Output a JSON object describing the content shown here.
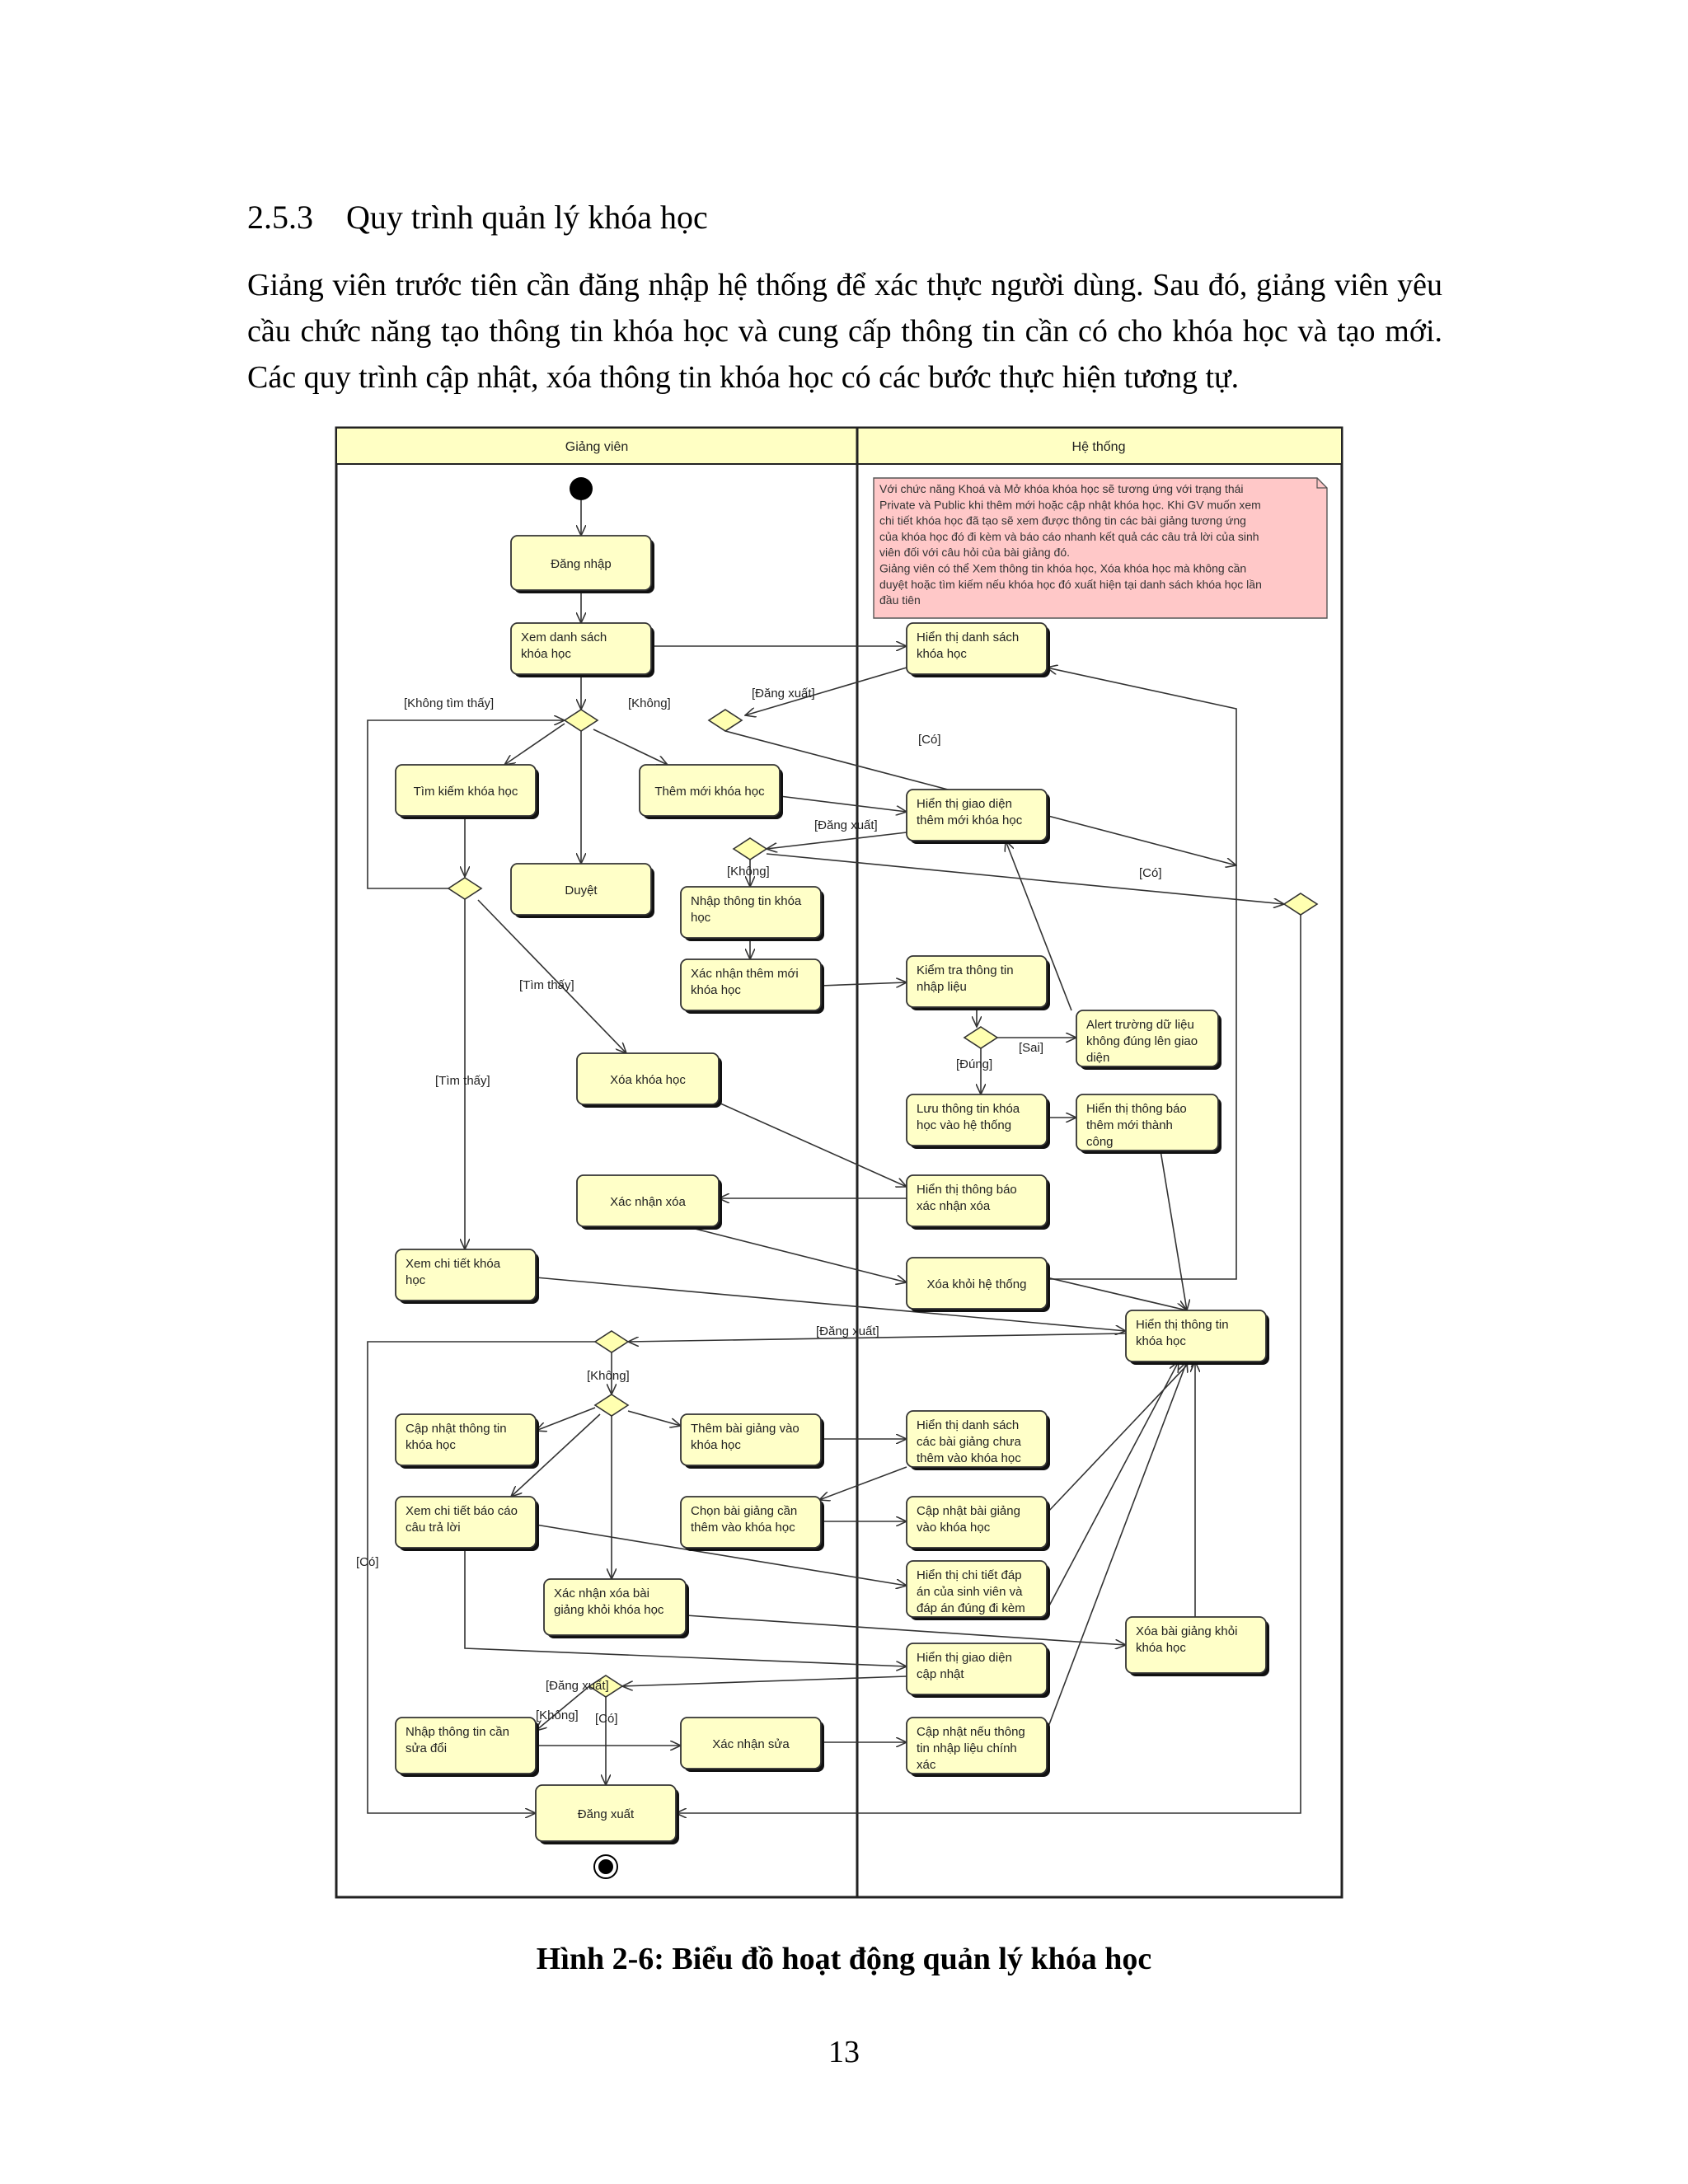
{
  "section": {
    "number": "2.5.3",
    "title": "Quy trình quản lý khóa học"
  },
  "paragraph": [
    "Giảng viên trước tiên cần đăng nhập hệ thống để xác thực người dùng. Sau đó, giảng viên yêu cầu chức năng tạo thông tin khóa học và cung cấp thông tin cần có cho khóa học và tạo mới. Các quy trình cập nhật, xóa thông tin khóa học có các bước thực hiện tương tự."
  ],
  "diagram": {
    "lanes": [
      "Giảng viên",
      "Hệ thống"
    ],
    "note": [
      "Với chức năng Khoá và Mở khóa khóa học sẽ tương ứng với trạng thái",
      "Private và Public khi thêm mới hoặc cập nhật khóa học. Khi GV muốn xem",
      "chi tiết khóa học đã tạo sẽ xem được thông tin các bài giảng tương ứng",
      "của khóa học đó đi kèm và báo cáo nhanh kết quả các câu trả lời của sinh",
      "viên đối với câu hỏi của bài giảng đó.",
      "Giảng viên có thể Xem  thông tin khóa học, Xóa khóa học mà không cần",
      "duyệt hoặc tìm kiếm nếu khóa học đó xuất hiện tại danh sách khóa học lần",
      "đầu tiên"
    ],
    "actions": [
      {
        "id": "dang-nhap",
        "lines": [
          "Đăng nhập"
        ]
      },
      {
        "id": "xem-ds",
        "lines": [
          "Xem danh sách",
          "khóa học"
        ]
      },
      {
        "id": "hien-ds",
        "lines": [
          "Hiển thị danh sách",
          "khóa học"
        ]
      },
      {
        "id": "tim-kiem",
        "lines": [
          "Tìm kiếm khóa học"
        ]
      },
      {
        "id": "them-moi",
        "lines": [
          "Thêm mới khóa học"
        ]
      },
      {
        "id": "hien-them",
        "lines": [
          "Hiển thị giao diện",
          "thêm mới khóa học"
        ]
      },
      {
        "id": "duyet",
        "lines": [
          "Duyệt"
        ]
      },
      {
        "id": "nhap-tt",
        "lines": [
          "Nhập thông tin khóa",
          "học"
        ]
      },
      {
        "id": "xn-them",
        "lines": [
          "Xác nhận thêm mới",
          "khóa học"
        ]
      },
      {
        "id": "kiem-tra",
        "lines": [
          "Kiểm tra thông tin",
          "nhập liệu"
        ]
      },
      {
        "id": "alert",
        "lines": [
          "Alert trường dữ liệu",
          "không đúng lên giao",
          "diện"
        ]
      },
      {
        "id": "xoa-kh",
        "lines": [
          "Xóa khóa học"
        ]
      },
      {
        "id": "luu-tt",
        "lines": [
          "Lưu thông tin khóa",
          "học vào hệ thống"
        ]
      },
      {
        "id": "tb-them",
        "lines": [
          "Hiển thị thông báo",
          "thêm mới thành",
          "công"
        ]
      },
      {
        "id": "xn-xoa",
        "lines": [
          "Xác nhận xóa"
        ]
      },
      {
        "id": "tb-xoa",
        "lines": [
          "Hiển thị thông báo",
          "xác nhận xóa"
        ]
      },
      {
        "id": "xem-ct",
        "lines": [
          "Xem chi tiết khóa",
          "học"
        ]
      },
      {
        "id": "xoa-ht",
        "lines": [
          "Xóa khỏi hệ thống"
        ]
      },
      {
        "id": "hien-tt",
        "lines": [
          "Hiển thị thông tin",
          "khóa học"
        ]
      },
      {
        "id": "cap-nhat",
        "lines": [
          "Cập nhật thông tin",
          "khóa học"
        ]
      },
      {
        "id": "them-bg",
        "lines": [
          "Thêm bài giảng vào",
          "khóa học"
        ]
      },
      {
        "id": "hien-ds-bg",
        "lines": [
          "Hiển thị danh sách",
          "các bài giảng chưa",
          "thêm vào khóa học"
        ]
      },
      {
        "id": "xem-bc",
        "lines": [
          "Xem chi tiết báo cáo",
          "câu trả lời"
        ]
      },
      {
        "id": "chon-bg",
        "lines": [
          "Chọn bài giảng cần",
          "thêm vào khóa học"
        ]
      },
      {
        "id": "cn-bg",
        "lines": [
          "Cập nhật bài giảng",
          "vào khóa học"
        ]
      },
      {
        "id": "hien-da",
        "lines": [
          "Hiển thị chi tiết đáp",
          "án của sinh viên và",
          "đáp án đúng đi kèm"
        ]
      },
      {
        "id": "xn-xoa-bg",
        "lines": [
          "Xác nhận xóa bài",
          "giảng khỏi khóa học"
        ]
      },
      {
        "id": "xoa-bg",
        "lines": [
          "Xóa bài giảng khỏi",
          "khóa học"
        ]
      },
      {
        "id": "hien-cn",
        "lines": [
          "Hiển thị giao diện",
          "cập nhật"
        ]
      },
      {
        "id": "nhap-sua",
        "lines": [
          "Nhập thông tin cần",
          "sửa đổi"
        ]
      },
      {
        "id": "xn-sua",
        "lines": [
          "Xác nhận sửa"
        ]
      },
      {
        "id": "cn-neu",
        "lines": [
          "Cập nhật nếu thông",
          "tin nhập liệu chính",
          "xác"
        ]
      },
      {
        "id": "dang-xuat",
        "lines": [
          "Đăng xuất"
        ]
      }
    ],
    "guards": [
      "[Không tìm thấy]",
      "[Không]",
      "[Đăng xuất]",
      "[Có]",
      "[Đăng xuất]",
      "[Không]",
      "[Có]",
      "[Tìm thấy]",
      "[Sai]",
      "[Đúng]",
      "[Tìm thấy]",
      "[Đăng xuất]",
      "[Không]",
      "[Có]",
      "[Đăng xuất]",
      "[Không]",
      "[Có]"
    ]
  },
  "caption": "Hình  2-6: Biểu đồ hoạt động quản lý khóa học",
  "page_number": "13"
}
